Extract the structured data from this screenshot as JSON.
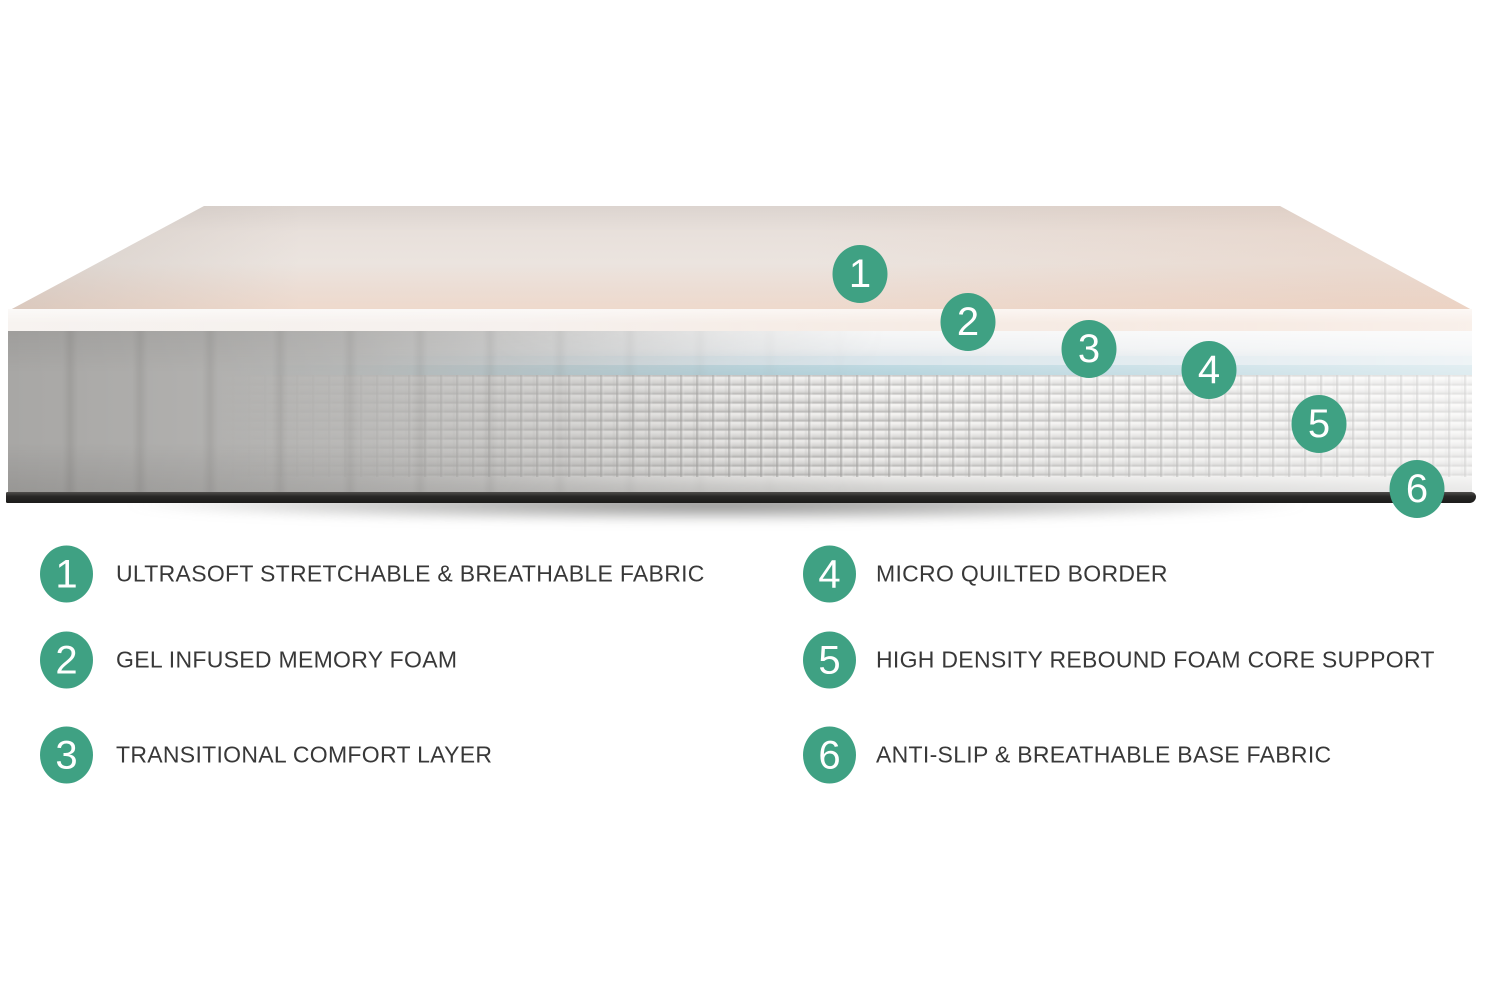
{
  "diagram": {
    "type": "mattress-layer-cutaway",
    "callouts": [
      {
        "number": "1"
      },
      {
        "number": "2"
      },
      {
        "number": "3"
      },
      {
        "number": "4"
      },
      {
        "number": "5"
      },
      {
        "number": "6"
      }
    ]
  },
  "legend": {
    "columns": [
      {
        "items": [
          {
            "number": "1",
            "label": "ULTRASOFT STRETCHABLE & BREATHABLE FABRIC"
          },
          {
            "number": "2",
            "label": "GEL INFUSED MEMORY FOAM"
          },
          {
            "number": "3",
            "label": "TRANSITIONAL COMFORT LAYER"
          }
        ]
      },
      {
        "items": [
          {
            "number": "4",
            "label": "MICRO QUILTED BORDER"
          },
          {
            "number": "5",
            "label": "HIGH DENSITY REBOUND FOAM CORE SUPPORT"
          },
          {
            "number": "6",
            "label": "ANTI-SLIP & BREATHABLE BASE FABRIC"
          }
        ]
      }
    ]
  },
  "colors": {
    "badge_green": "#3FA183",
    "badge_number_white": "#FFFFFF",
    "legend_text": "#383838",
    "top_surface_cream": "#EBE2DB",
    "memory_foam_pink": "#E6C2AC",
    "comfort_band_white": "#E9ECEE",
    "gel_band_blue": "#BDD2DC",
    "border_band_teal": "#7FB4C4",
    "coil_quilt_gray": "#D6D4D1",
    "base_fabric_black": "#232221",
    "background": "#FFFFFF"
  }
}
